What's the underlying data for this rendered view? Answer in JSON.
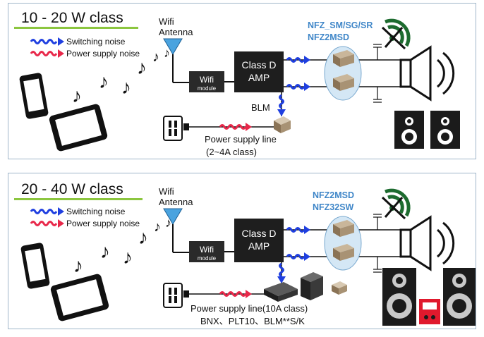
{
  "colors": {
    "switching": "#1f3fe0",
    "power": "#e8284a",
    "part_label": "#3f86c8",
    "title_underline": "#8cc63f",
    "amp_box": "#1e1e1e",
    "panel_border": "#9fb6c9"
  },
  "panels": [
    {
      "title": "10 - 20 W class",
      "legend": {
        "switching": "Switching noise",
        "power": "Power supply noise"
      },
      "antenna": {
        "line1": "Wifi",
        "line2": "Antenna"
      },
      "wifi_module": {
        "title": "Wifi",
        "sub": "module"
      },
      "amp": {
        "line1": "Class D",
        "line2": "AMP"
      },
      "parts": {
        "line1": "NFZ_SM/SG/SR",
        "line2": "NFZ2MSD"
      },
      "power_part": "BLM",
      "power_line": {
        "line1": "Power supply line",
        "line2": "(2~4A class)"
      }
    },
    {
      "title": "20 - 40 W class",
      "legend": {
        "switching": "Switching noise",
        "power": "Power supply noise"
      },
      "antenna": {
        "line1": "Wifi",
        "line2": "Antenna"
      },
      "wifi_module": {
        "title": "Wifi",
        "sub": "module"
      },
      "amp": {
        "line1": "Class D",
        "line2": "AMP"
      },
      "parts": {
        "line1": "NFZ2MSD",
        "line2": "NFZ32SW"
      },
      "power_line": {
        "line1": "Power supply line(10A class)",
        "line2": "BNX、PLT10、BLM**S/K"
      }
    }
  ]
}
